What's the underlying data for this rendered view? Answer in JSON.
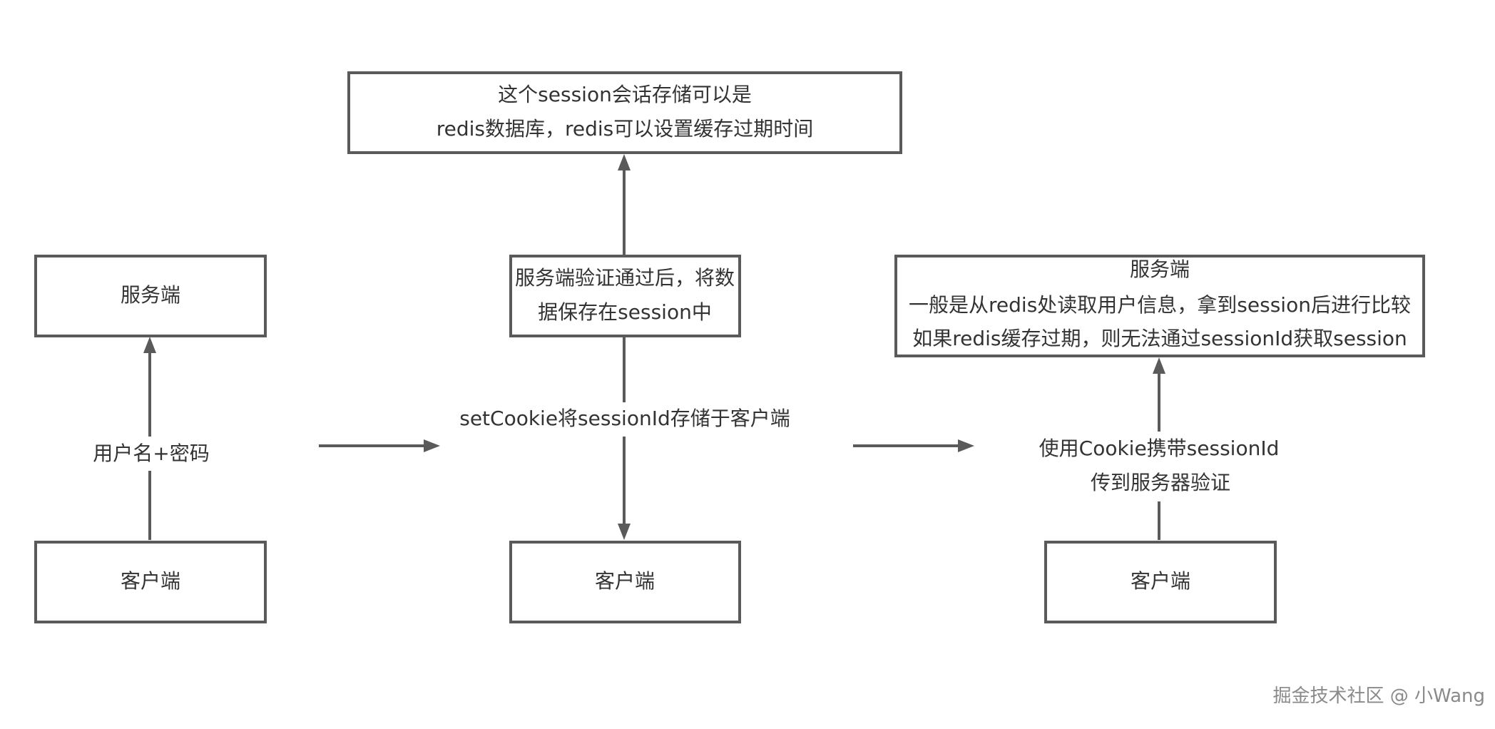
{
  "boxes": {
    "storage": {
      "line1": "这个session会话存储可以是",
      "line2": "redis数据库，redis可以设置缓存过期时间"
    },
    "server_left": {
      "text": "服务端"
    },
    "client_left": {
      "text": "客户端"
    },
    "server_verify": {
      "line1": "服务端验证通过后，将数",
      "line2": "据保存在session中"
    },
    "client_middle": {
      "text": "客户端"
    },
    "server_right": {
      "line1": "服务端",
      "line2": "一般是从redis处读取用户信息，拿到session后进行比较",
      "line3": "如果redis缓存过期，则无法通过sessionId获取session"
    },
    "client_right": {
      "text": "客户端"
    }
  },
  "labels": {
    "credentials": "用户名+密码",
    "set_cookie": "setCookie将sessionId存储于客户端",
    "cookie_carry_line1": "使用Cookie携带sessionId",
    "cookie_carry_line2": "传到服务器验证"
  },
  "watermark": "掘金技术社区 @ 小Wang"
}
